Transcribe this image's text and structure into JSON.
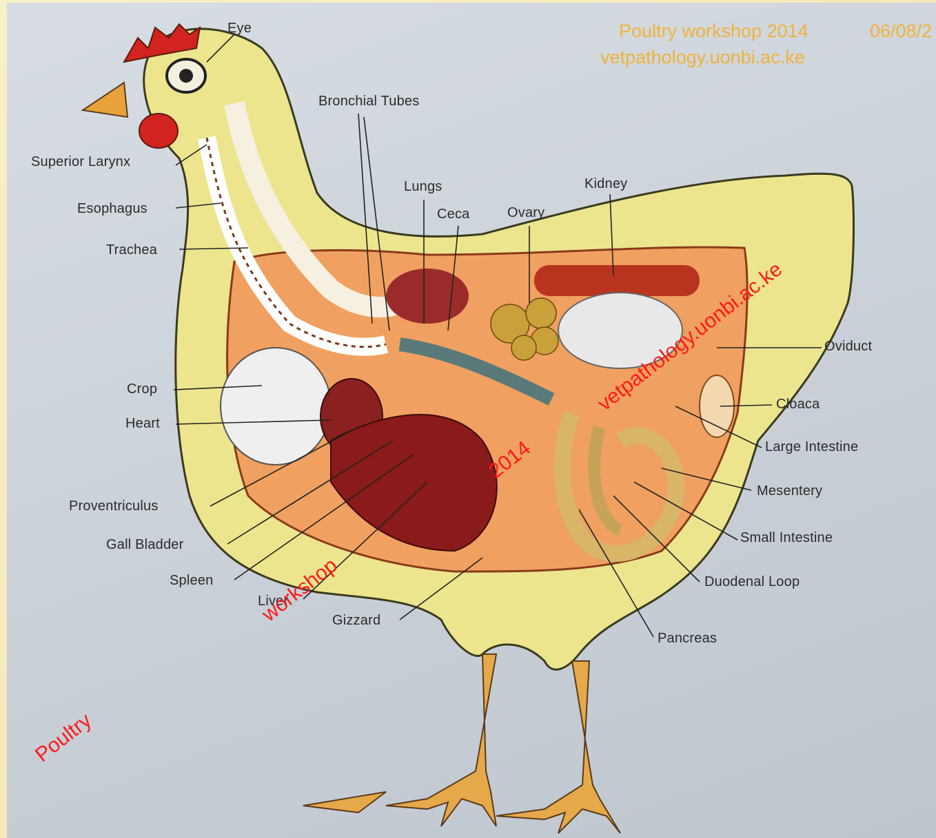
{
  "header": {
    "event": "Poultry workshop 2014",
    "date": "06/08/2",
    "website": "vetpathology.uonbi.ac.ke"
  },
  "watermarks": {
    "poultry": "Poultry",
    "workshop": "workshop",
    "year": "2014",
    "site": "vetpathology.uonbi.ac.ke"
  },
  "labels": {
    "eye": "Eye",
    "bronchial_tubes": "Bronchial Tubes",
    "superior_larynx": "Superior Larynx",
    "esophagus": "Esophagus",
    "trachea": "Trachea",
    "lungs": "Lungs",
    "ceca": "Ceca",
    "ovary": "Ovary",
    "kidney": "Kidney",
    "oviduct": "Oviduct",
    "crop": "Crop",
    "heart": "Heart",
    "cloaca": "Cloaca",
    "large_intestine": "Large Intestine",
    "mesentery": "Mesentery",
    "proventriculus": "Proventriculus",
    "gall_bladder": "Gall Bladder",
    "spleen": "Spleen",
    "liver": "Liver",
    "gizzard": "Gizzard",
    "small_intestine": "Small Intestine",
    "duodenal_loop": "Duodenal Loop",
    "pancreas": "Pancreas"
  },
  "colors": {
    "body": "#ece58e",
    "watermark_top": "#f0b23a",
    "watermark_red": "#ff1a1a",
    "comb": "#d2241e",
    "legs": "#e6a94a"
  }
}
